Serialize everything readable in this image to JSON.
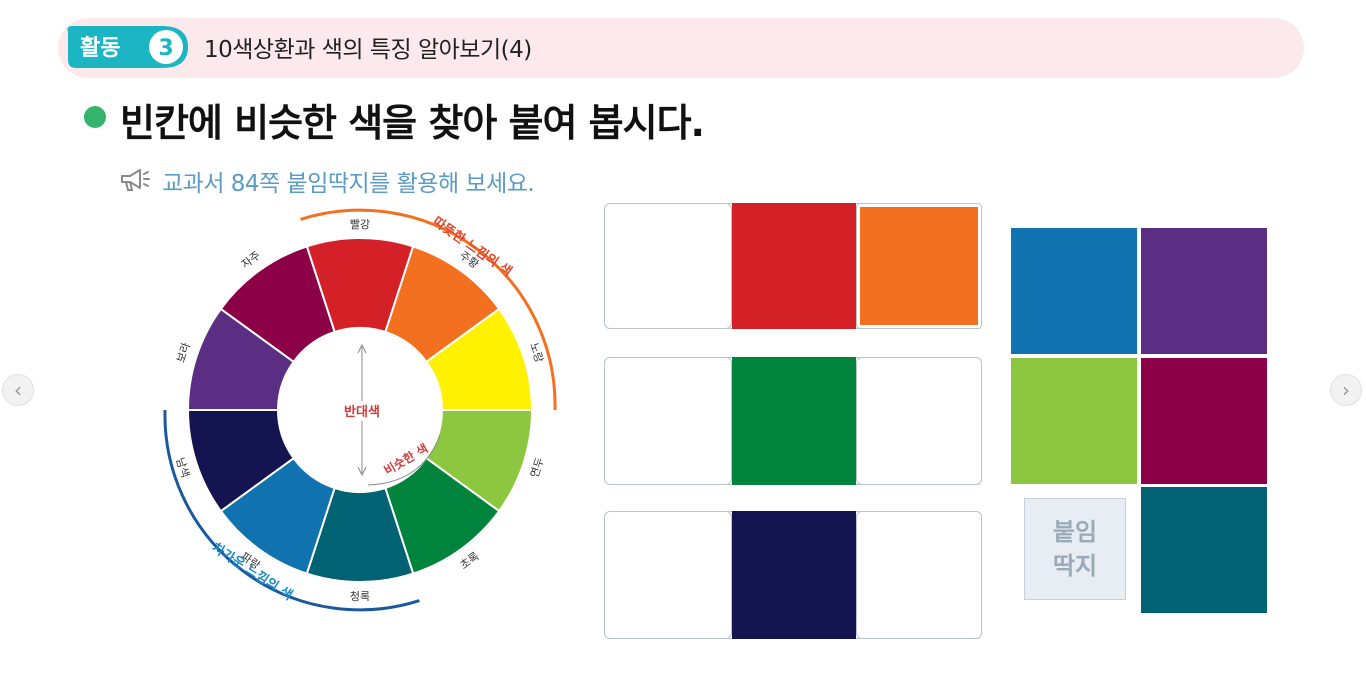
{
  "header": {
    "badge_label": "활동",
    "badge_number": "3",
    "title": "10색상환과 색의 특징 알아보기(4)"
  },
  "main": {
    "title": "빈칸에 비슷한 색을 찾아 붙여 봅시다.",
    "hint": "교과서 84쪽 붙임딱지를 활용해 보세요."
  },
  "color_wheel": {
    "segments": [
      {
        "name": "빨강",
        "color": "#d42027"
      },
      {
        "name": "주황",
        "color": "#f37021"
      },
      {
        "name": "노랑",
        "color": "#fff100"
      },
      {
        "name": "연두",
        "color": "#8dc63f"
      },
      {
        "name": "초록",
        "color": "#00843d"
      },
      {
        "name": "청록",
        "color": "#006272"
      },
      {
        "name": "파랑",
        "color": "#1172b0"
      },
      {
        "name": "남색",
        "color": "#141450"
      },
      {
        "name": "보라",
        "color": "#5b2e83"
      },
      {
        "name": "자주",
        "color": "#8b0046"
      }
    ],
    "warm_label": "따뜻한 느낌의 색",
    "cool_label": "차가운 느낌의 색",
    "opposite_label": "반대색",
    "similar_label": "비슷한 색"
  },
  "answer_rows": [
    {
      "cells": [
        null,
        "#d42027",
        "#f37021"
      ]
    },
    {
      "cells": [
        null,
        "#00843d",
        null
      ]
    },
    {
      "cells": [
        null,
        "#141450",
        null
      ]
    }
  ],
  "stickers": {
    "colors": [
      "#1172b0",
      "#5b2e83",
      "#8dc63f",
      "#8b0046",
      "#006272"
    ],
    "label_line1": "붙임",
    "label_line2": "딱지"
  },
  "nav": {
    "prev": "‹",
    "next": "›"
  }
}
